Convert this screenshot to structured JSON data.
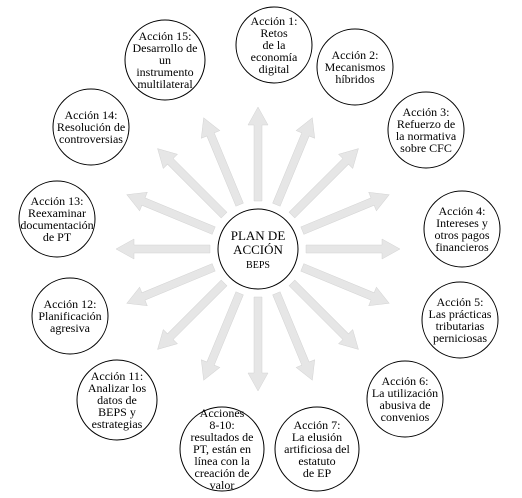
{
  "center": {
    "lines": [
      "PLAN DE",
      "ACCIÓN",
      "BEPS"
    ]
  },
  "actions": [
    {
      "id": "accion-1",
      "lines": [
        "Acción 1:",
        "Retos",
        "de la",
        "economía",
        "digital"
      ]
    },
    {
      "id": "accion-2",
      "lines": [
        "Acción 2:",
        "Mecanismos",
        "híbridos"
      ]
    },
    {
      "id": "accion-3",
      "lines": [
        "Acción 3:",
        "Refuerzo de",
        "la normativa",
        "sobre CFC"
      ]
    },
    {
      "id": "accion-4",
      "lines": [
        "Acción 4:",
        "Intereses y",
        "otros pagos",
        "financieros"
      ]
    },
    {
      "id": "accion-5",
      "lines": [
        "Acción 5:",
        "Las prácticas",
        "tributarias",
        "perniciosas"
      ]
    },
    {
      "id": "accion-6",
      "lines": [
        "Acción 6:",
        "La utilización",
        "abusiva de",
        "convenios"
      ]
    },
    {
      "id": "accion-7",
      "lines": [
        "Acción 7:",
        "La elusión",
        "artificiosa del",
        "estatuto",
        "de EP"
      ]
    },
    {
      "id": "acciones-8-10",
      "lines": [
        "Acciones",
        "8-10:",
        "resultados de",
        "PT, están en",
        "línea con la",
        "creación de",
        "valor"
      ]
    },
    {
      "id": "accion-11",
      "lines": [
        "Acción 11:",
        "Analizar los",
        "datos de",
        "BEPS y",
        "estrategias"
      ]
    },
    {
      "id": "accion-12",
      "lines": [
        "Acción 12:",
        "Planificación",
        "agresiva"
      ]
    },
    {
      "id": "accion-13",
      "lines": [
        "Acción 13:",
        "Reexaminar",
        "documentación",
        "de PT"
      ]
    },
    {
      "id": "accion-14",
      "lines": [
        "Acción 14:",
        "Resolución de",
        "controversias"
      ]
    },
    {
      "id": "accion-15",
      "lines": [
        "Acción 15:",
        "Desarrollo de",
        "un",
        "instrumento",
        "multilateral"
      ]
    }
  ]
}
